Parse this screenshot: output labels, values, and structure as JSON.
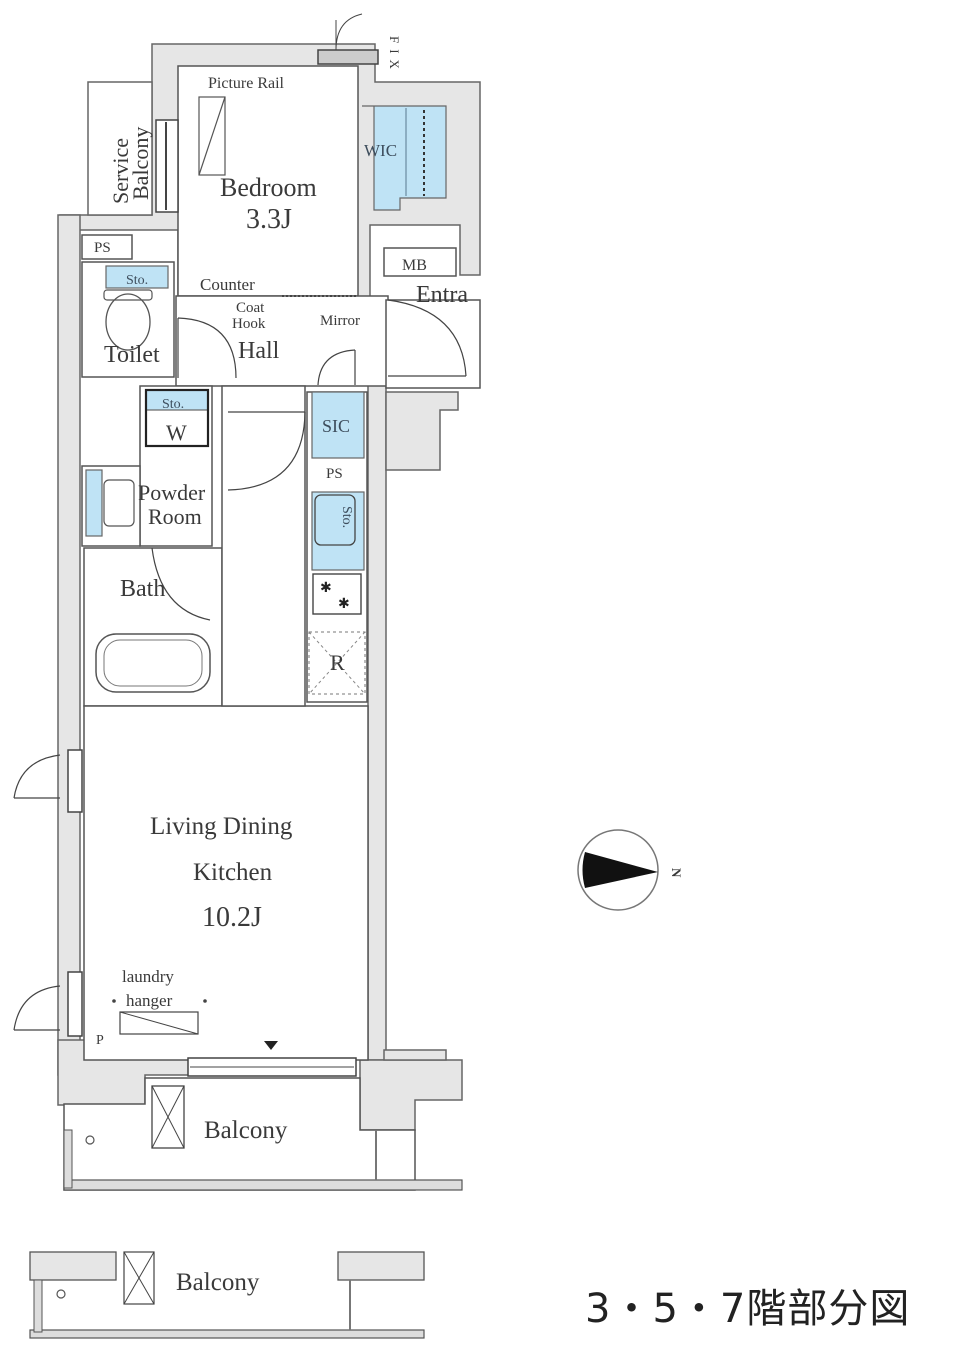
{
  "plan": {
    "rooms": {
      "bedroom": {
        "name": "Bedroom",
        "size": "3.3J"
      },
      "ldk": {
        "line1": "Living Dining",
        "line2": "Kitchen",
        "size": "10.2J"
      },
      "toilet": "Toilet",
      "hall": "Hall",
      "powder_room": {
        "line1": "Powder",
        "line2": "Room"
      },
      "bath": "Bath",
      "balcony_main": "Balcony",
      "balcony_lower": "Balcony",
      "service_balcony": {
        "line1": "Service",
        "line2": "Balcony"
      },
      "entrance": "Entra"
    },
    "fixtures": {
      "picture_rail": "Picture Rail",
      "wic": "WIC",
      "fix": "FIX",
      "mb": "MB",
      "ps_top": "PS",
      "ps_kitchen": "PS",
      "storage_toilet": "Sto.",
      "storage_washer": "Sto.",
      "storage_kitchen": "Sto.",
      "washer": "W",
      "counter": "Counter",
      "coat_hook": {
        "line1": "Coat",
        "line2": "Hook"
      },
      "mirror": "Mirror",
      "sic": "SIC",
      "refrigerator": "R",
      "laundry_hanger": {
        "line1": "laundry",
        "line2": "hanger"
      },
      "pipe": "P"
    },
    "compass": {
      "direction": "N"
    },
    "caption": "3・5・7階部分図"
  },
  "colors": {
    "wall_fill": "#e6e6e6",
    "wall_stroke": "#555555",
    "storage_fill": "#bfe3f5",
    "line": "#444444"
  }
}
